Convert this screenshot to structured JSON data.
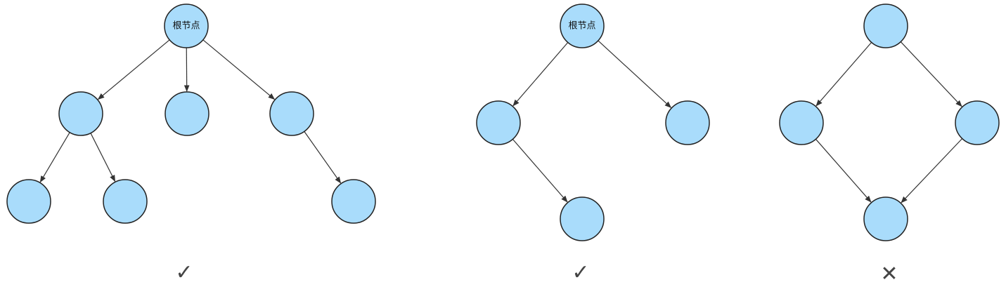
{
  "trees": [
    {
      "id": "tree-1",
      "root_label": "根节点",
      "verdict": "✓",
      "verdict_name": "check-mark",
      "nodes": [
        "root",
        "a",
        "b",
        "c",
        "a1",
        "a2",
        "c1"
      ],
      "edges": [
        [
          "root",
          "a"
        ],
        [
          "root",
          "b"
        ],
        [
          "root",
          "c"
        ],
        [
          "a",
          "a1"
        ],
        [
          "a",
          "a2"
        ],
        [
          "c",
          "c1"
        ]
      ]
    },
    {
      "id": "tree-2",
      "root_label": "根节点",
      "verdict": "✓",
      "verdict_name": "check-mark",
      "nodes": [
        "root",
        "a",
        "b",
        "a1"
      ],
      "edges": [
        [
          "root",
          "a"
        ],
        [
          "root",
          "b"
        ],
        [
          "a",
          "a1"
        ]
      ]
    },
    {
      "id": "graph-3",
      "root_label": "",
      "verdict": "✕",
      "verdict_name": "cross-mark",
      "nodes": [
        "root",
        "a",
        "b",
        "m"
      ],
      "edges": [
        [
          "root",
          "a"
        ],
        [
          "root",
          "b"
        ],
        [
          "a",
          "m"
        ],
        [
          "b",
          "m"
        ]
      ]
    }
  ],
  "colors": {
    "node_fill": "#a9dcfb",
    "node_stroke": "#222222",
    "edge": "#333333",
    "mark": "#444444"
  }
}
